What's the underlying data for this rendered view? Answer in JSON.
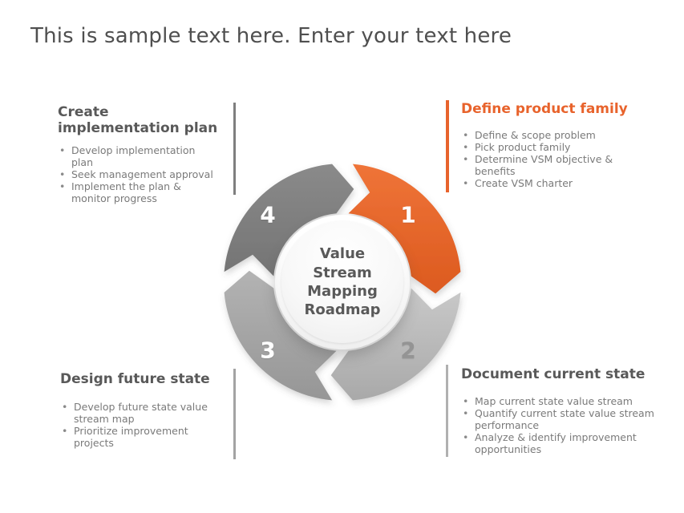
{
  "title": "This is sample text here. Enter your text here",
  "colors": {
    "accent_orange": "#E8632C",
    "heading_gray": "#595959",
    "body_gray": "#7A7A7A",
    "bar_dark_gray": "#7F7F7F",
    "bar_mid_gray": "#A3A3A3",
    "bar_light_gray": "#B0B0B0"
  },
  "diagram": {
    "center_label": "Value\nStream\nMapping\nRoadmap",
    "segments": [
      {
        "number": "1",
        "color_from": "#EF7438",
        "color_to": "#DC5A1F",
        "number_color": "#FFFFFF"
      },
      {
        "number": "2",
        "color_from": "#C9C9C9",
        "color_to": "#A9A9A9",
        "number_color": "#949494"
      },
      {
        "number": "3",
        "color_from": "#B3B3B3",
        "color_to": "#969696",
        "number_color": "#FFFFFF"
      },
      {
        "number": "4",
        "color_from": "#8A8A8A",
        "color_to": "#747474",
        "number_color": "#FFFFFF"
      }
    ]
  },
  "quadrants": {
    "top_left": {
      "title": "Create\nimplementation plan",
      "bullets": [
        "Develop implementation plan",
        "Seek management approval",
        "Implement the plan & monitor progress"
      ]
    },
    "top_right": {
      "title": "Define product family",
      "bullets": [
        "Define & scope problem",
        "Pick product family",
        "Determine VSM objective & benefits",
        "Create VSM charter"
      ]
    },
    "bottom_left": {
      "title": "Design future state",
      "bullets": [
        "Develop future state value stream map",
        "Prioritize improvement projects"
      ]
    },
    "bottom_right": {
      "title": "Document current state",
      "bullets": [
        "Map current state value stream",
        "Quantify current state value stream performance",
        "Analyze & identify improvement opportunities"
      ]
    }
  }
}
